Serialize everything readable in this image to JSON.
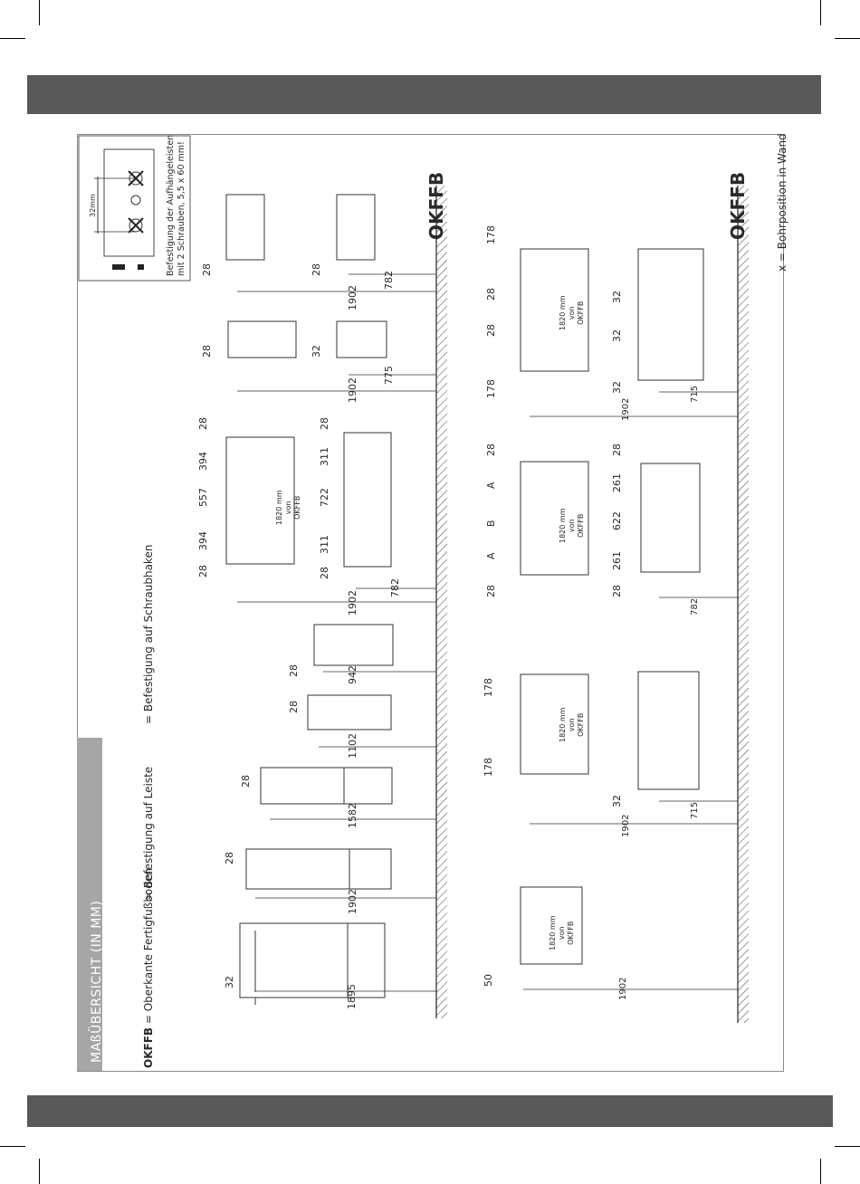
{
  "page": {
    "section_title": "MAßÜBERSICHT (IN MM)",
    "floor_label": "OKFFB",
    "legend": {
      "okffb_abbr": "OKFFB",
      "okffb_text": " = Oberkante Fertigfußboden",
      "leiste_text": " = Befestigung auf Leiste",
      "haken_text": " = Befestigung auf Schraubhaken",
      "bohr_text": "x = Bohrposition in Wand"
    },
    "note": {
      "line1": "Befestigung der Aufhängeleisten",
      "line2": "mit 2 Schrauben, 5,5 x 60 mm!",
      "spacing_label": "32mm"
    },
    "mirror_note": [
      "1820 mm",
      "von",
      "OKFFB"
    ],
    "colors": {
      "band": "#595959",
      "side_tab": "#a6a6a6",
      "line": "#2a2a2a"
    }
  },
  "top_row": [
    {
      "vertical": "1895",
      "offset": "32",
      "marks": "xx"
    },
    {
      "vertical": "1902",
      "offset": "28",
      "marks": "x"
    },
    {
      "vertical": "1582",
      "offset": "28",
      "marks": "x"
    },
    {
      "vertical": "1102",
      "offset": "28",
      "marks": "x"
    },
    {
      "vertical": "942",
      "offset": "28",
      "marks": "x"
    }
  ],
  "mirror_a": {
    "vertical": "1902",
    "floor": "782",
    "segments": [
      "28",
      "394",
      "557",
      "394",
      "28"
    ]
  },
  "base_a": {
    "segments": [
      "28",
      "311",
      "722",
      "311",
      "28"
    ]
  },
  "upper_right_1": {
    "vertical": "1902",
    "floor": "775",
    "offset_top": "28",
    "offset_bottom": "32"
  },
  "upper_right_2": {
    "vertical": "1902",
    "floor": "782",
    "offset_top": "28",
    "offset_bottom": "28"
  },
  "bottom_row": [
    {
      "vertical": "1902",
      "offset": "50"
    },
    {
      "vertical": "1902",
      "floor": "715",
      "offsets": [
        "178",
        "178"
      ],
      "base_offset": "32"
    },
    {
      "floor": "782",
      "offsets": [
        "28",
        "A",
        "B",
        "A",
        "28"
      ],
      "base_offsets": [
        "28",
        "261",
        "622",
        "261",
        "28"
      ]
    },
    {
      "vertical": "1902",
      "floor": "715",
      "offsets": [
        "178",
        "28",
        "28",
        "178"
      ],
      "base_offsets": [
        "32",
        "32",
        "32"
      ]
    }
  ]
}
